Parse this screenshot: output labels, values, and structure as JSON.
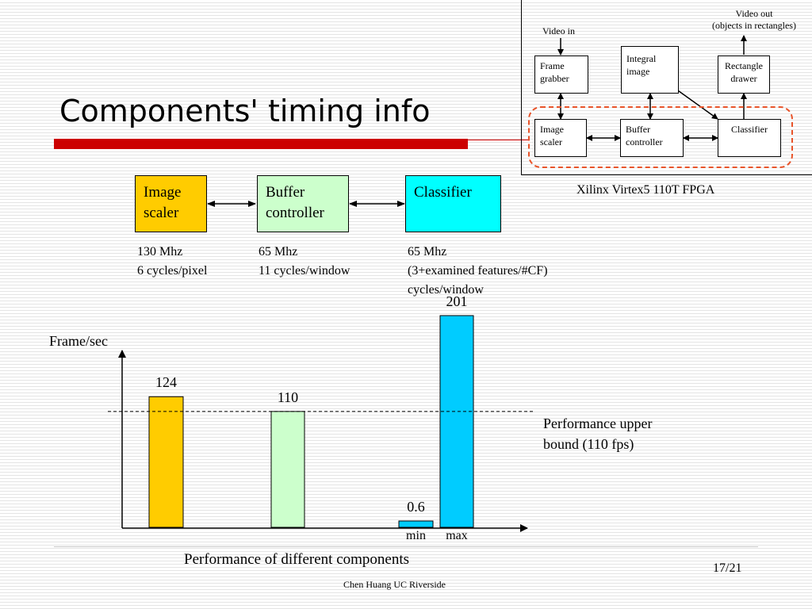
{
  "slide": {
    "title": "Components' timing info",
    "page_number": "17/21",
    "author": "Chen Huang  UC Riverside",
    "colors": {
      "accent_red": "#cc0000",
      "dashed_orange": "#e8542a",
      "image_scaler": "#ffcc00",
      "buffer_controller": "#ccffcc",
      "classifier": "#00ccff"
    }
  },
  "fpga_diagram": {
    "video_in": "Video in",
    "video_out_line1": "Video out",
    "video_out_line2": "(objects in rectangles)",
    "frame_grabber_line1": "Frame",
    "frame_grabber_line2": "grabber",
    "integral_image_line1": "Integral",
    "integral_image_line2": "image",
    "rectangle_drawer_line1": "Rectangle",
    "rectangle_drawer_line2": "drawer",
    "image_scaler_line1": "Image",
    "image_scaler_line2": "scaler",
    "buffer_controller_line1": "Buffer",
    "buffer_controller_line2": "controller",
    "classifier": "Classifier",
    "caption": "Xilinx Virtex5 110T FPGA"
  },
  "components": {
    "image_scaler": {
      "line1": "Image",
      "line2": "scaler",
      "clock": "130 Mhz",
      "cycles": "6 cycles/pixel"
    },
    "buffer_controller": {
      "line1": "Buffer",
      "line2": "controller",
      "clock": "65 Mhz",
      "cycles": "11 cycles/window"
    },
    "classifier": {
      "label": "Classifier",
      "clock": "65 Mhz",
      "cycles_line1": "(3+examined  features/#CF)",
      "cycles_line2": "cycles/window"
    }
  },
  "chart_data": {
    "type": "bar",
    "title": "Performance of different components",
    "ylabel": "Frame/sec",
    "xlabel": "",
    "ylim": [
      0,
      201
    ],
    "bars": [
      {
        "name": "Image scaler",
        "value": 124,
        "label": "124",
        "color": "#ffcc00"
      },
      {
        "name": "Buffer controller",
        "value": 110,
        "label": "110",
        "color": "#ccffcc"
      },
      {
        "name": "Classifier min",
        "value": 0.6,
        "label": "0.6",
        "sublabel": "min",
        "color": "#00ccff"
      },
      {
        "name": "Classifier max",
        "value": 201,
        "label": "201",
        "sublabel": "max",
        "color": "#00ccff"
      }
    ],
    "reference_line": {
      "value": 110,
      "label_line1": "Performance upper",
      "label_line2": "bound (110 fps)"
    }
  }
}
